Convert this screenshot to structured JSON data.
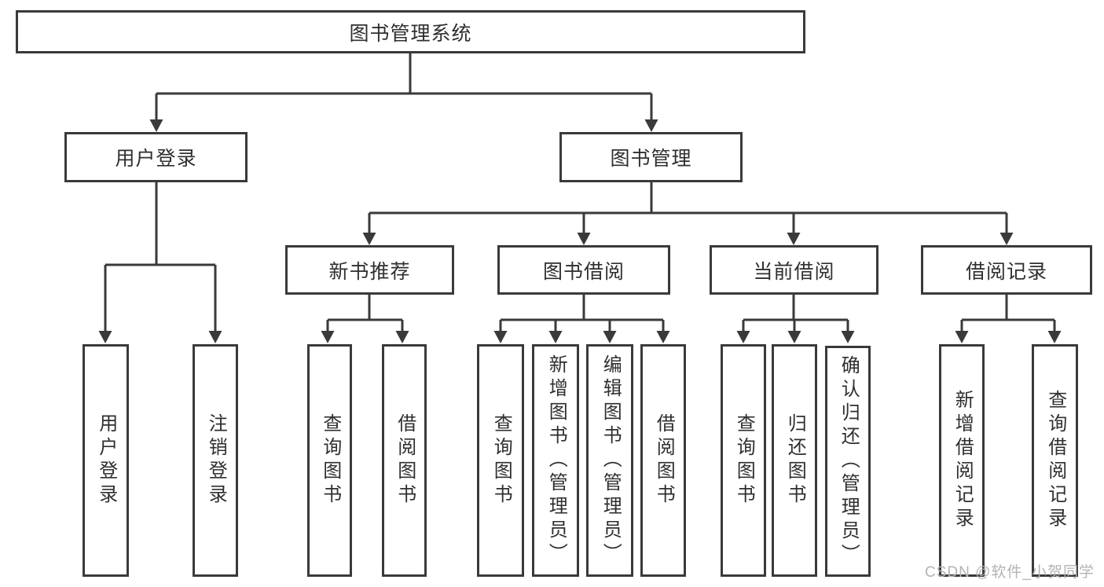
{
  "diagram_title": "图书管理系统",
  "tree": {
    "root": {
      "label": "图书管理系统"
    },
    "branches": [
      {
        "label": "用户登录",
        "leaves": [
          {
            "label": "用户登录"
          },
          {
            "label": "注销登录"
          }
        ]
      },
      {
        "label": "图书管理",
        "groups": [
          {
            "label": "新书推荐",
            "leaves": [
              {
                "label": "查询图书"
              },
              {
                "label": "借阅图书"
              }
            ]
          },
          {
            "label": "图书借阅",
            "leaves": [
              {
                "label": "查询图书"
              },
              {
                "label": "新增图书（管理员）"
              },
              {
                "label": "编辑图书（管理员）"
              },
              {
                "label": "借阅图书"
              }
            ]
          },
          {
            "label": "当前借阅",
            "leaves": [
              {
                "label": "查询图书"
              },
              {
                "label": "归还图书"
              },
              {
                "label": "确认归还（管理员）"
              }
            ]
          },
          {
            "label": "借阅记录",
            "leaves": [
              {
                "label": "新增借阅记录"
              },
              {
                "label": "查询借阅记录"
              }
            ]
          }
        ]
      }
    ]
  },
  "watermark": {
    "text": "CSDN @软件_小贺同学"
  },
  "colors": {
    "line": "#3a3a3a",
    "text": "#2f2f2f",
    "box_background": "#ffffff",
    "watermark": "#b3b3b3",
    "background": "#ffffff"
  }
}
